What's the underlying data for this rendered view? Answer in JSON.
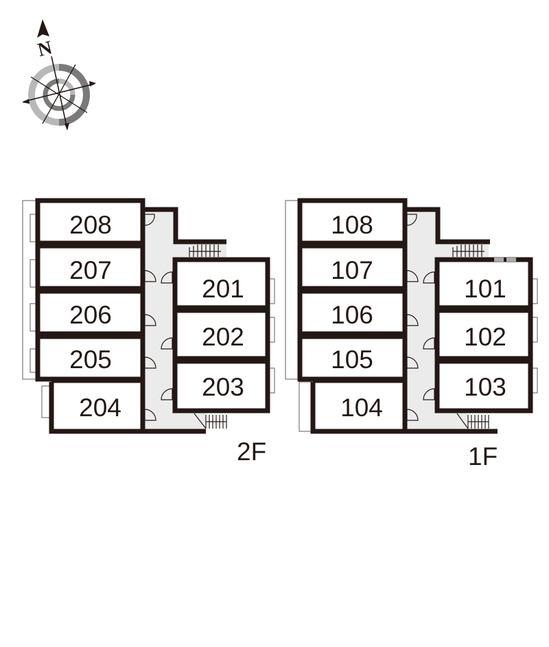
{
  "compass": {
    "north_label": "N",
    "icon": "compass-rose-icon"
  },
  "floors": [
    {
      "label": "2F",
      "left_column": [
        "208",
        "207",
        "206",
        "205",
        "204"
      ],
      "right_column": [
        "201",
        "202",
        "203"
      ]
    },
    {
      "label": "1F",
      "left_column": [
        "108",
        "107",
        "106",
        "105",
        "104"
      ],
      "right_column": [
        "101",
        "102",
        "103"
      ]
    }
  ],
  "colors": {
    "wall": "#231815",
    "corridor": "#ebebeb",
    "line": "#555555"
  }
}
